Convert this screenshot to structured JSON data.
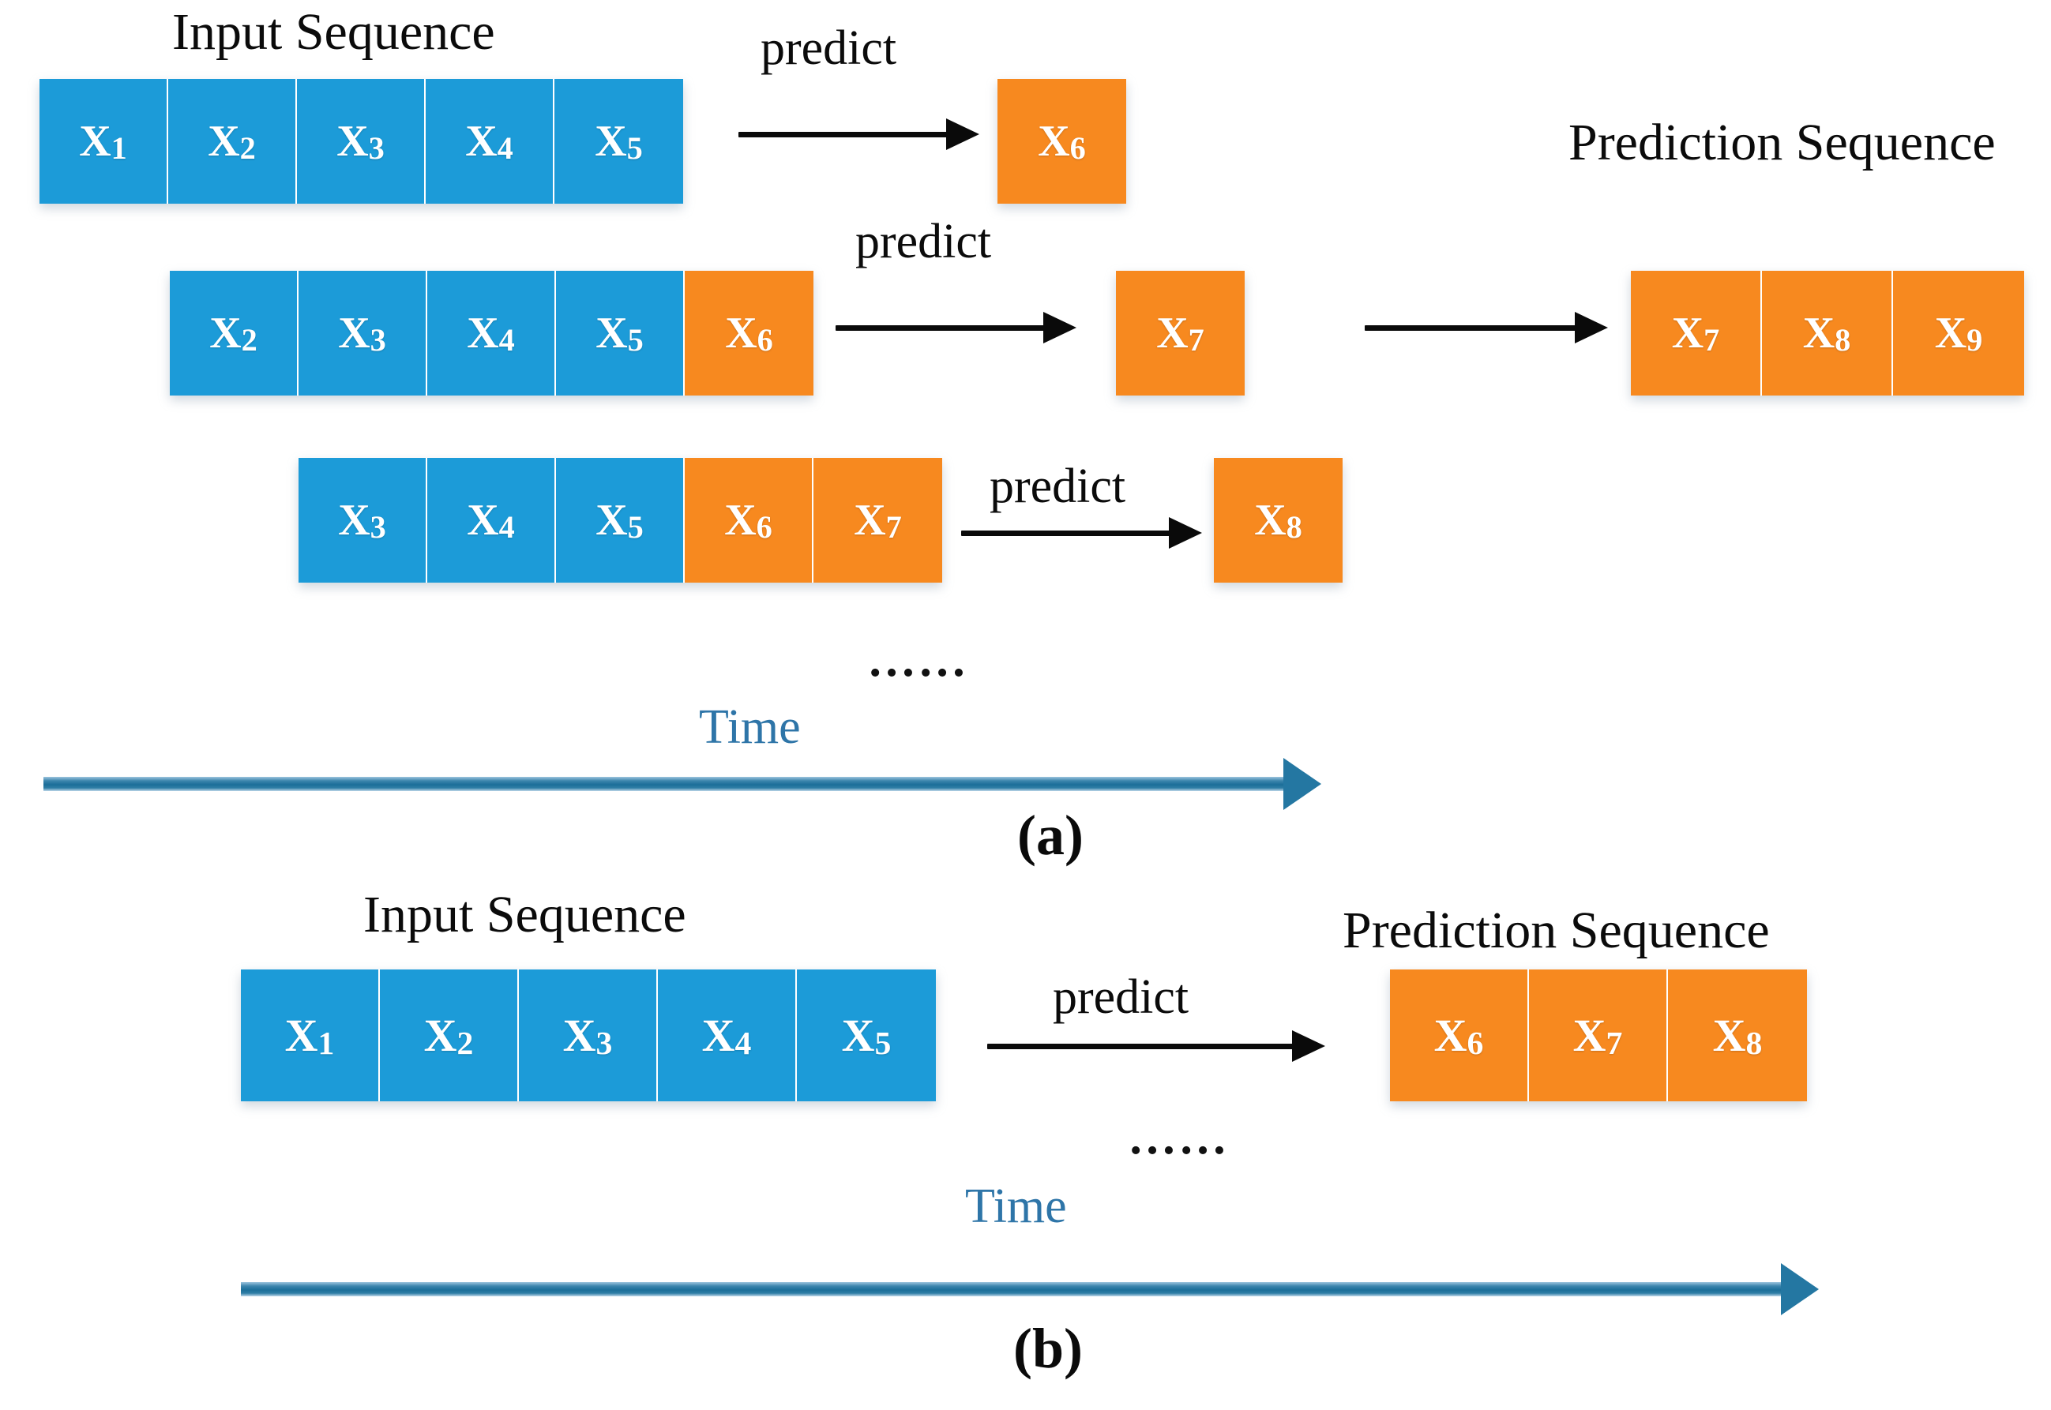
{
  "figure": {
    "panels": [
      "(a)",
      "(b)"
    ],
    "colors": {
      "input_blue": "#1C9BD8",
      "prediction_orange": "#F7891F",
      "time_axis_blue": "#2477A2",
      "arrow_black": "#0A0A0A",
      "background": "#FFFFFF"
    }
  },
  "panel_a": {
    "caption": "(a)",
    "input_heading": "Input Sequence",
    "prediction_heading": "Prediction Sequence",
    "time_label": "Time",
    "ellipsis": "……",
    "rows": [
      {
        "cells": [
          {
            "base": "X",
            "sub": "1",
            "type": "input"
          },
          {
            "base": "X",
            "sub": "2",
            "type": "input"
          },
          {
            "base": "X",
            "sub": "3",
            "type": "input"
          },
          {
            "base": "X",
            "sub": "4",
            "type": "input"
          },
          {
            "base": "X",
            "sub": "5",
            "type": "input"
          }
        ],
        "predict_label": "predict",
        "output": {
          "base": "X",
          "sub": "6",
          "type": "prediction"
        }
      },
      {
        "cells": [
          {
            "base": "X",
            "sub": "2",
            "type": "input"
          },
          {
            "base": "X",
            "sub": "3",
            "type": "input"
          },
          {
            "base": "X",
            "sub": "4",
            "type": "input"
          },
          {
            "base": "X",
            "sub": "5",
            "type": "input"
          },
          {
            "base": "X",
            "sub": "6",
            "type": "prediction"
          }
        ],
        "predict_label": "predict",
        "output": {
          "base": "X",
          "sub": "7",
          "type": "prediction"
        }
      },
      {
        "cells": [
          {
            "base": "X",
            "sub": "3",
            "type": "input"
          },
          {
            "base": "X",
            "sub": "4",
            "type": "input"
          },
          {
            "base": "X",
            "sub": "5",
            "type": "input"
          },
          {
            "base": "X",
            "sub": "6",
            "type": "prediction"
          },
          {
            "base": "X",
            "sub": "7",
            "type": "prediction"
          }
        ],
        "predict_label": "predict",
        "output": {
          "base": "X",
          "sub": "8",
          "type": "prediction"
        }
      }
    ],
    "prediction_sequence": [
      {
        "base": "X",
        "sub": "7",
        "type": "prediction"
      },
      {
        "base": "X",
        "sub": "8",
        "type": "prediction"
      },
      {
        "base": "X",
        "sub": "9",
        "type": "prediction"
      }
    ]
  },
  "panel_b": {
    "caption": "(b)",
    "input_heading": "Input Sequence",
    "prediction_heading": "Prediction Sequence",
    "predict_label": "predict",
    "time_label": "Time",
    "ellipsis": "……",
    "input_sequence": [
      {
        "base": "X",
        "sub": "1",
        "type": "input"
      },
      {
        "base": "X",
        "sub": "2",
        "type": "input"
      },
      {
        "base": "X",
        "sub": "3",
        "type": "input"
      },
      {
        "base": "X",
        "sub": "4",
        "type": "input"
      },
      {
        "base": "X",
        "sub": "5",
        "type": "input"
      }
    ],
    "prediction_sequence": [
      {
        "base": "X",
        "sub": "6",
        "type": "prediction"
      },
      {
        "base": "X",
        "sub": "7",
        "type": "prediction"
      },
      {
        "base": "X",
        "sub": "8",
        "type": "prediction"
      }
    ]
  }
}
